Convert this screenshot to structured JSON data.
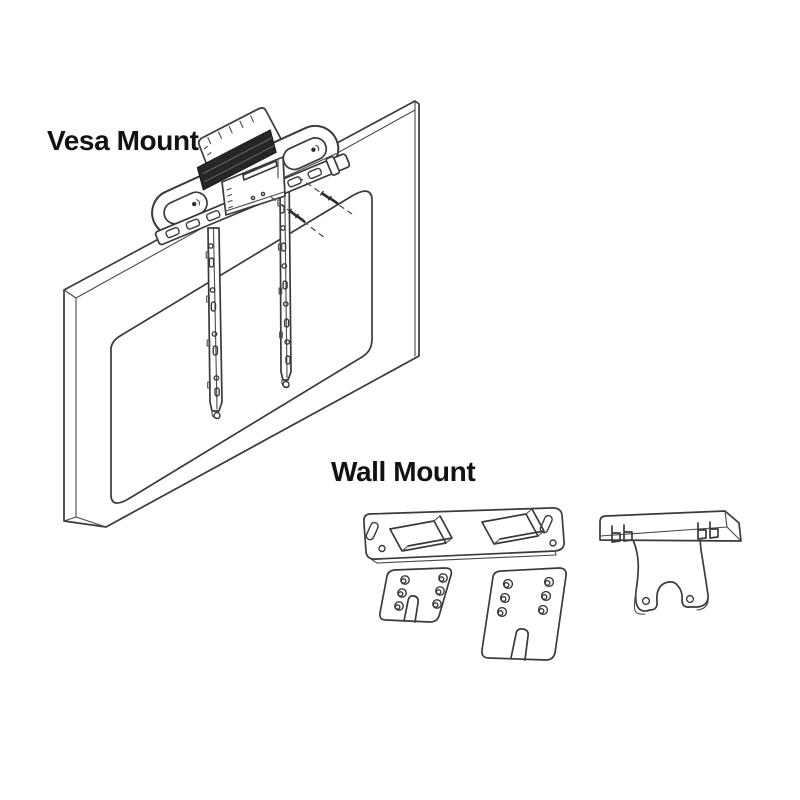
{
  "page": {
    "background": "#ffffff",
    "type": "product-mounting-diagram"
  },
  "colors": {
    "line": "#3a3a3a",
    "grille_fill": "#262626",
    "label_text": "#121212"
  },
  "labels": {
    "vesa_mount": "Vesa Mount",
    "wall_mount": "Wall Mount"
  },
  "sections": [
    {
      "id": "vesa-mount",
      "title": "Vesa Mount",
      "parts": [
        "video-bar",
        "display-panel",
        "slotted-bracket-strip",
        "left-vesa-rail",
        "right-vesa-rail",
        "center-mount-clamp",
        "mounting-screws",
        "alignment-dashed-lines"
      ]
    },
    {
      "id": "wall-mount",
      "title": "Wall Mount",
      "parts": [
        "wall-plate",
        "small-adapter-plate",
        "large-adapter-plate",
        "tv-hook-bracket"
      ]
    }
  ]
}
